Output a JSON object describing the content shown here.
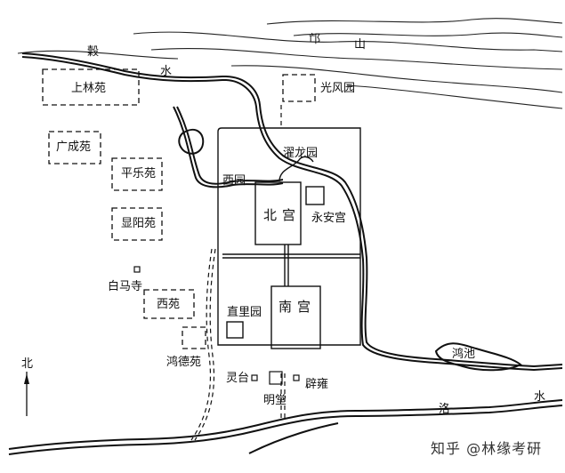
{
  "labels": {
    "mang": "邙",
    "shan": "山",
    "gu": "穀",
    "shui_upper": "水",
    "shanglin_yuan": "上林苑",
    "guangfeng_yuan": "光风园",
    "guangcheng_yuan": "广成苑",
    "pingle_yuan": "平乐苑",
    "xian_yang_yuan": "显阳苑",
    "zhuolong_yuan": "濯龙园",
    "xi_yuan_palace": "西园",
    "bei_gong": "北宫",
    "yongan_gong": "永安宫",
    "baima_si": "白马寺",
    "xi_yuan_outer": "西苑",
    "zhili_yuan": "直里园",
    "nan_gong": "南宫",
    "hongde_yuan": "鸿德苑",
    "hong_chi": "鸿池",
    "lingtai": "灵台",
    "piyong": "辟雍",
    "mingtang": "明堂",
    "luo": "洛",
    "shui_lower": "水"
  },
  "compass": {
    "north": "北"
  },
  "watermark": "知乎 @林缘考研",
  "colors": {
    "ink": "#111111",
    "paper": "#ffffff"
  }
}
